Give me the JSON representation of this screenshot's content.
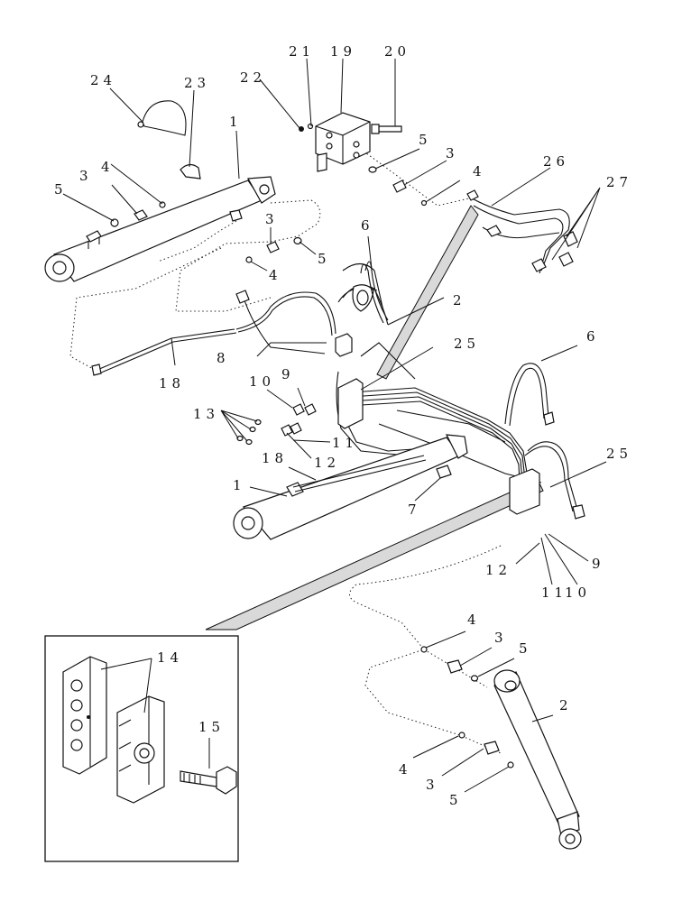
{
  "callouts": [
    {
      "id": "c1a",
      "text": "1"
    },
    {
      "id": "c1b",
      "text": "1"
    },
    {
      "id": "c2a",
      "text": "2"
    },
    {
      "id": "c2b",
      "text": "2"
    },
    {
      "id": "c3a",
      "text": "3"
    },
    {
      "id": "c3b",
      "text": "3"
    },
    {
      "id": "c3c",
      "text": "3"
    },
    {
      "id": "c3d",
      "text": "3"
    },
    {
      "id": "c3e",
      "text": "3"
    },
    {
      "id": "c4a",
      "text": "4"
    },
    {
      "id": "c4b",
      "text": "4"
    },
    {
      "id": "c4c",
      "text": "4"
    },
    {
      "id": "c4d",
      "text": "4"
    },
    {
      "id": "c4e",
      "text": "4"
    },
    {
      "id": "c5a",
      "text": "5"
    },
    {
      "id": "c5b",
      "text": "5"
    },
    {
      "id": "c5c",
      "text": "5"
    },
    {
      "id": "c5d",
      "text": "5"
    },
    {
      "id": "c5e",
      "text": "5"
    },
    {
      "id": "c6a",
      "text": "6"
    },
    {
      "id": "c6b",
      "text": "6"
    },
    {
      "id": "c7",
      "text": "7"
    },
    {
      "id": "c8",
      "text": "8"
    },
    {
      "id": "c9a",
      "text": "9"
    },
    {
      "id": "c9b",
      "text": "9"
    },
    {
      "id": "c10a",
      "text": "10"
    },
    {
      "id": "c10b",
      "text": "10"
    },
    {
      "id": "c11a",
      "text": "11"
    },
    {
      "id": "c11b",
      "text": "11"
    },
    {
      "id": "c12a",
      "text": "12"
    },
    {
      "id": "c12b",
      "text": "12"
    },
    {
      "id": "c13",
      "text": "13"
    },
    {
      "id": "c14",
      "text": "14"
    },
    {
      "id": "c15",
      "text": "15"
    },
    {
      "id": "c18a",
      "text": "18"
    },
    {
      "id": "c18b",
      "text": "18"
    },
    {
      "id": "c19",
      "text": "19"
    },
    {
      "id": "c20",
      "text": "20"
    },
    {
      "id": "c21",
      "text": "21"
    },
    {
      "id": "c22",
      "text": "22"
    },
    {
      "id": "c23",
      "text": "23"
    },
    {
      "id": "c24",
      "text": "24"
    },
    {
      "id": "c25a",
      "text": "25"
    },
    {
      "id": "c25b",
      "text": "25"
    },
    {
      "id": "c26",
      "text": "26"
    },
    {
      "id": "c27",
      "text": "27"
    }
  ]
}
